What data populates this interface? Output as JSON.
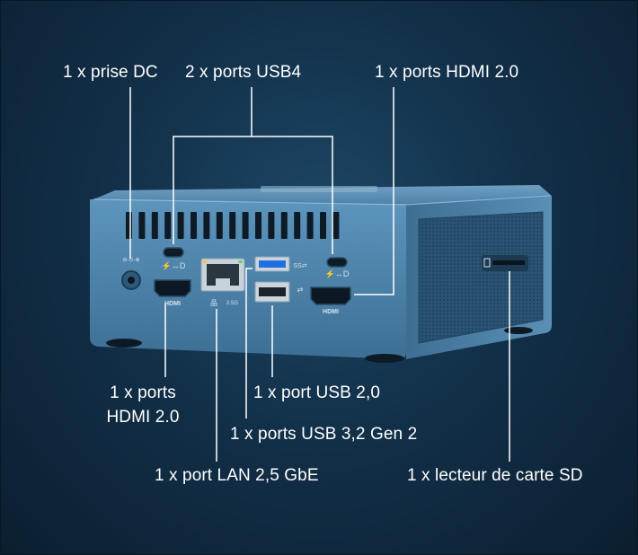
{
  "labels": {
    "dc_jack": "1 x prise DC",
    "usb4": "2 x ports USB4",
    "hdmi_right": "1 x ports HDMI 2.0",
    "hdmi_left_line1": "1 x ports",
    "hdmi_left_line2": "HDMI 2.0",
    "usb20": "1 x port USB 2,0",
    "usb32": "1 x ports USB 3,2 Gen 2",
    "lan": "1 x port LAN 2,5 GbE",
    "sd_reader": "1 x lecteur de carte SD"
  },
  "port_marks": {
    "hdmi": "HDMI",
    "lan_speed": "2.5G"
  },
  "colors": {
    "background": "#123049",
    "case_blue": "#4f86ad",
    "callout_line": "#ffffff"
  }
}
